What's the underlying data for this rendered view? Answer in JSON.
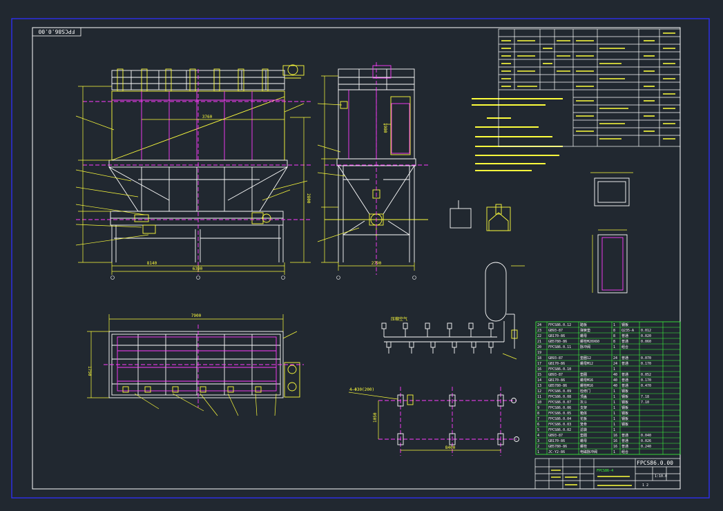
{
  "drawing": {
    "number_top": "FPCS86.0.00",
    "number_title": "FPCS86.0.00",
    "title_block_code": "FPCS86-4",
    "scale": "1:10.0",
    "sheet_no": "1 2"
  },
  "colors": {
    "background": "#212830",
    "frame": "#ffffff",
    "outer_frame": "#3030ff",
    "yellow": "#ffff3c",
    "magenta": "#ff3cff",
    "cyan": "#3cffff",
    "green": "#3cff3c",
    "white": "#ffffff",
    "red": "#ff3c3c"
  },
  "front_view": {
    "dim_top": "3760",
    "dim_total": "8140",
    "dim_base": "6390",
    "dim_side": "2800"
  },
  "side_view": {
    "dim_width": "1980",
    "dim_base": "2790"
  },
  "plan_view": {
    "dim_total": "7900",
    "dim_width": "1750"
  },
  "piping": {
    "label_top": "压缩空气"
  },
  "anchor": {
    "label": "4—Φ30(200)",
    "dim_a": "1050",
    "dim_b": "8400"
  },
  "parts_table": {
    "rows": [
      [
        "24",
        "FPCS86.0.12",
        "踏板",
        "1",
        "钢板",
        ""
      ],
      [
        "23",
        "GB93-87",
        "弹簧垫",
        "8",
        "Q235-A",
        "0.012"
      ],
      [
        "22",
        "GB170-86",
        "螺母",
        "8",
        "普通",
        "0.020"
      ],
      [
        "21",
        "GB5780-86",
        "螺栓M20X60",
        "8",
        "普通",
        "0.060"
      ],
      [
        "20",
        "FPCS86.0.11",
        "脉冲阀",
        "1",
        "组合",
        ""
      ],
      [
        "19",
        "",
        "",
        "",
        "",
        ""
      ],
      [
        "18",
        "GB93-87",
        "垫圈12",
        "24",
        "普通",
        "0.070"
      ],
      [
        "17",
        "GB170-86",
        "螺母M12",
        "24",
        "普通",
        "0.170"
      ],
      [
        "16",
        "FPCS86.0.10",
        "",
        "1",
        "",
        ""
      ],
      [
        "15",
        "GB93-87",
        "垫圈",
        "40",
        "普通",
        "0.052"
      ],
      [
        "14",
        "GB170-86",
        "螺母M16",
        "40",
        "普通",
        "0.170"
      ],
      [
        "13",
        "GB5780-86",
        "螺栓M16",
        "40",
        "普通",
        "0.470"
      ],
      [
        "12",
        "FPCS86.0.09",
        "检修门",
        "1",
        "钢板",
        ""
      ],
      [
        "11",
        "FPCS86.0.08",
        "顶盖",
        "1",
        "钢板",
        "7.18"
      ],
      [
        "10",
        "FPCS86.0.07",
        "灰斗",
        "1",
        "钢板",
        "7.10"
      ],
      [
        "9",
        "FPCS86.0.06",
        "支架",
        "1",
        "钢板",
        ""
      ],
      [
        "8",
        "FPCS86.0.05",
        "箱体",
        "1",
        "钢板",
        ""
      ],
      [
        "7",
        "FPCS86.0.04",
        "花板",
        "1",
        "钢板",
        ""
      ],
      [
        "6",
        "FPCS86.0.03",
        "笼骨",
        "1",
        "钢板",
        ""
      ],
      [
        "5",
        "FPCS86.0.02",
        "滤袋",
        "1",
        "",
        ""
      ],
      [
        "4",
        "GB93-87",
        "垫圈",
        "16",
        "普通",
        "0.040"
      ],
      [
        "3",
        "GB170-86",
        "螺母",
        "16",
        "普通",
        "0.026"
      ],
      [
        "2",
        "GB5780-86",
        "螺栓",
        "16",
        "普通",
        "0.240"
      ],
      [
        "1",
        "JC-Y2-86",
        "电磁脉冲阀",
        "1",
        "组合",
        ""
      ]
    ]
  }
}
